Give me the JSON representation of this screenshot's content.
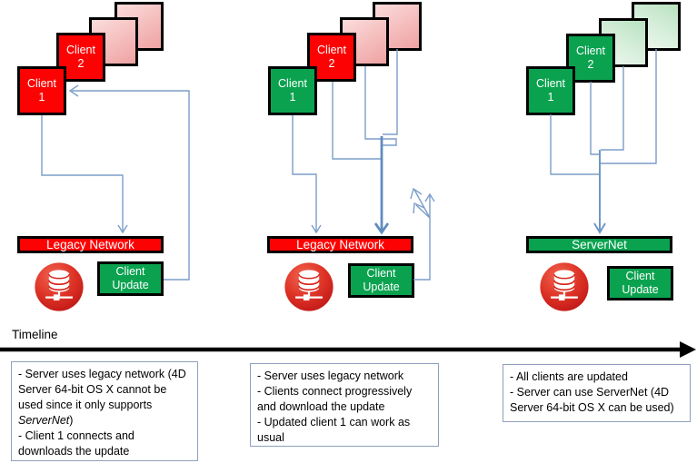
{
  "colors": {
    "client_red": "#fd0203",
    "client_green": "#0aa24f",
    "faded_red": "#f5bcbc",
    "faded_green": "#cdead2",
    "connector_blue": "#7c9dc9",
    "note_border_blue": "#8ea0bd",
    "timeline_black": "#000000",
    "server_icon_red": "#d6281e",
    "text_white": "#ffffff"
  },
  "timeline": {
    "label": "Timeline"
  },
  "panels": [
    {
      "name": "phase-1",
      "clients": [
        {
          "word": "Client",
          "num": "1",
          "variant": "red"
        },
        {
          "word": "Client",
          "num": "2",
          "variant": "red"
        },
        {
          "variant": "red-faded"
        },
        {
          "variant": "red-faded"
        }
      ],
      "network": {
        "label": "Legacy Network",
        "variant": "red"
      },
      "update": {
        "line1": "Client",
        "line2": "Update"
      },
      "server_icon": "database-server-icon"
    },
    {
      "name": "phase-2",
      "clients": [
        {
          "word": "Client",
          "num": "1",
          "variant": "green"
        },
        {
          "word": "Client",
          "num": "2",
          "variant": "red"
        },
        {
          "variant": "red-faded"
        },
        {
          "variant": "red-faded"
        }
      ],
      "network": {
        "label": "Legacy Network",
        "variant": "red"
      },
      "update": {
        "line1": "Client",
        "line2": "Update"
      },
      "server_icon": "database-server-icon"
    },
    {
      "name": "phase-3",
      "clients": [
        {
          "word": "Client",
          "num": "1",
          "variant": "green"
        },
        {
          "word": "Client",
          "num": "2",
          "variant": "green"
        },
        {
          "variant": "green-faded"
        },
        {
          "variant": "green-faded"
        }
      ],
      "network": {
        "label": "ServerNet",
        "variant": "green"
      },
      "update": {
        "line1": "Client",
        "line2": "Update"
      },
      "server_icon": "database-server-icon"
    }
  ],
  "notes": [
    {
      "bullets": [
        {
          "pre": "- Server uses legacy network (4D Server 64-bit OS X cannot be used since it only supports ",
          "italic": "ServerNet",
          "post": ")"
        },
        {
          "pre": "- Client 1 connects and downloads the update"
        }
      ]
    },
    {
      "bullets": [
        {
          "pre": "- Server uses legacy network"
        },
        {
          "pre": "- Clients connect progressively and download the update"
        },
        {
          "pre": "- Updated client 1 can work as usual"
        }
      ]
    },
    {
      "bullets": [
        {
          "pre": "- All clients are updated"
        },
        {
          "pre": "- Server can use ServerNet (4D Server 64-bit OS X can be used)"
        }
      ]
    }
  ]
}
